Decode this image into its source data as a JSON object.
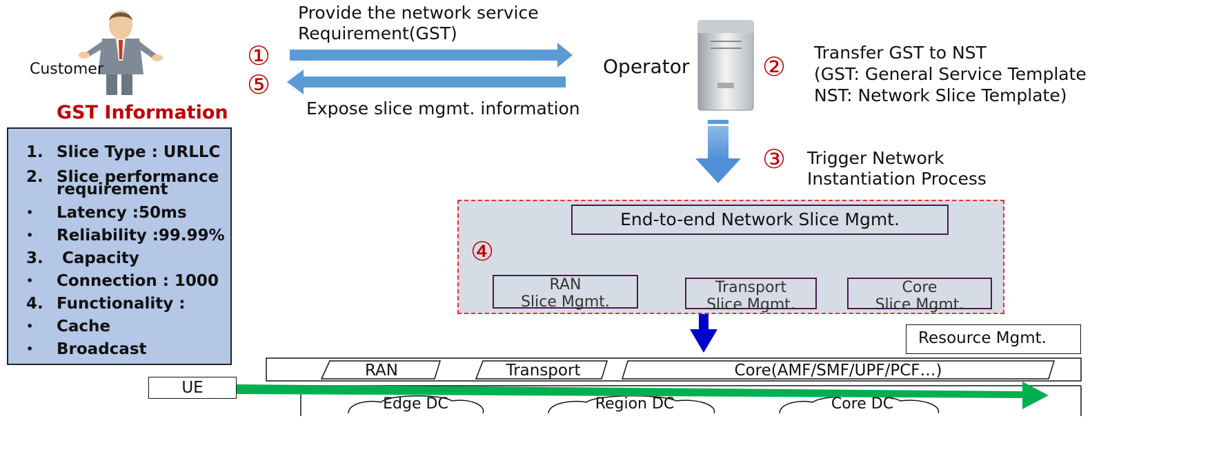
{
  "customer": {
    "label": "Customer"
  },
  "gst": {
    "title": "GST Information",
    "items": [
      {
        "marker": "1.",
        "text": "Slice Type : URLLC"
      },
      {
        "marker": "2.",
        "text": "Slice performance",
        "text2": "requirement"
      },
      {
        "marker": "•",
        "text": "Latency :50ms"
      },
      {
        "marker": "•",
        "text": "Reliability :99.99%"
      },
      {
        "marker": "3.",
        "text": " Capacity"
      },
      {
        "marker": "•",
        "text": "Connection : 1000"
      },
      {
        "marker": "4.",
        "text": "Functionality :"
      },
      {
        "marker": "•",
        "text": "Cache"
      },
      {
        "marker": "•",
        "text": "Broadcast"
      }
    ]
  },
  "steps": {
    "s1": {
      "num": "①",
      "text1": "Provide the network service",
      "text2": "Requirement(GST)"
    },
    "s2": {
      "num": "②",
      "text1": "Transfer GST to NST",
      "text2": "(GST: General Service Template",
      "text3": "NST: Network Slice Template)"
    },
    "s3": {
      "num": "③",
      "text1": "Trigger Network",
      "text2": "Instantiation Process"
    },
    "s4": {
      "num": "④"
    },
    "s5": {
      "num": "⑤",
      "text1": "Expose slice mgmt. information"
    }
  },
  "operator": {
    "label": "Operator"
  },
  "slice_mgmt": {
    "e2e": "End-to-end Network Slice Mgmt.",
    "ran": {
      "l1": "RAN",
      "l2": "Slice Mgmt."
    },
    "transport": {
      "l1": "Transport",
      "l2": "Slice Mgmt."
    },
    "core": {
      "l1": "Core",
      "l2": "Slice Mgmt."
    }
  },
  "resource": {
    "label": "Resource Mgmt."
  },
  "network": {
    "ran": "RAN",
    "transport": "Transport",
    "core": "Core(AMF/SMF/UPF/PCF…)"
  },
  "ue": {
    "label": "UE"
  },
  "dc": {
    "edge": "Edge DC",
    "region": "Region DC",
    "core": "Core DC"
  },
  "colors": {
    "red": "#c00000",
    "blue_arrow": "#5b9bd5",
    "dark_blue": "#0000cc",
    "green": "#00b050",
    "panel": "#b4c7e7"
  }
}
